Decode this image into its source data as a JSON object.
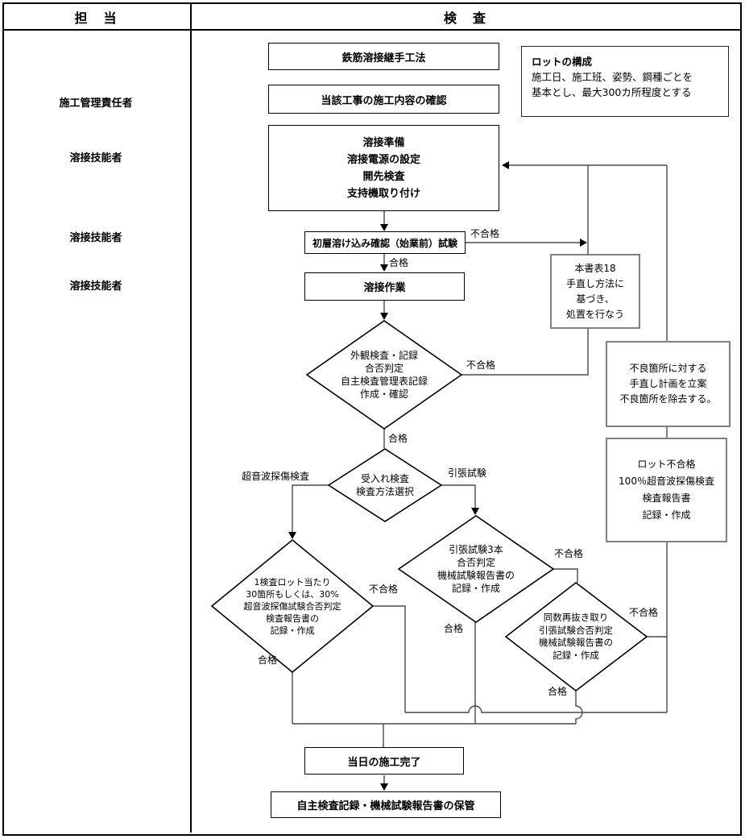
{
  "header": {
    "left": "担　当",
    "right": "検　査"
  },
  "lanes": [
    "施工管理責任者",
    "溶接技能者",
    "溶接技能者",
    "溶接技能者"
  ],
  "boxes": {
    "method": "鉄筋溶接継手工法",
    "confirm": "当該工事の施工内容の確認",
    "prep": "溶接準備\n溶接電源の設定\n開先検査\n支持機取り付け",
    "first_layer_test": "初層溶け込み確認（始業前）試験",
    "welding": "溶接作業",
    "rework_note": "本書表18\n手直し方法に\n基づき、\n処置を行なう",
    "defect_plan": "不良箇所に対する\n手直し計画を立案\n不良箇所を除去する。",
    "lot_fail": "ロット不合格\n100％超音波探傷検査\n検査報告書\n記録・作成",
    "day_complete": "当日の施工完了",
    "storage": "自主検査記録・機械試験報告書の保管"
  },
  "note": {
    "title": "ロットの構成",
    "body": "施工日、施工班、姿勢、鋼種ごとを\n基本とし、最大300カ所程度とする"
  },
  "diamonds": {
    "visual": "外観検査・記録\n合否判定\n自主検査管理表記録\n作成・確認",
    "select": "受入れ検査\n検査方法選択",
    "ut": "1検査ロット当たり\n30箇所もしくは、30%\n超音波探傷試験合否判定\n検査報告書の\n記録・作成",
    "tensile": "引張試験3本\n合否判定\n機械試験報告書の\n記録・作成",
    "retest": "同数再抜き取り\n引張試験合否判定\n機械試験報告書の\n記録・作成"
  },
  "edge_labels": {
    "first_pass": "合格",
    "first_fail": "不合格",
    "visual_pass": "合格",
    "visual_fail": "不合格",
    "branch_ut": "超音波探傷検査",
    "branch_tensile": "引張試験",
    "ut_pass": "合格",
    "ut_fail": "不合格",
    "tensile_pass": "合格",
    "tensile_fail": "不合格",
    "retest_pass": "合格",
    "retest_fail": "不合格"
  },
  "colors": {
    "line": "#4a4a4a",
    "border": "#000000",
    "side_box_border": "#808080"
  }
}
